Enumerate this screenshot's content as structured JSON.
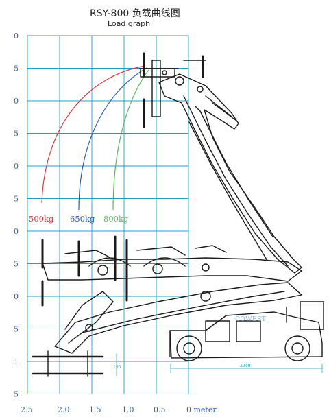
{
  "title": "RSY-800 负载曲线图",
  "subtitle": "Load graph",
  "colors": {
    "grid": "#1f9fcf",
    "ticks": "#2a63b8",
    "machine": "#1a1a1a",
    "curve_500": "#d83a3a",
    "curve_650": "#2a5fb5",
    "curve_800": "#5cb85c",
    "dimension": "#1aa0c8"
  },
  "y_ticks": [
    "0",
    "5",
    "0",
    "5",
    "0",
    "5",
    "0",
    "5",
    "0",
    "5",
    "1",
    "5"
  ],
  "x_ticks": [
    "2.5",
    "2.0",
    "1.5",
    "1.0",
    "0.5",
    "0 meter"
  ],
  "load_curves": [
    {
      "label": "500kg",
      "color_key": "curve_500"
    },
    {
      "label": "650kg",
      "color_key": "curve_650"
    },
    {
      "label": "800kg",
      "color_key": "curve_800"
    }
  ],
  "dimensions": {
    "wheelbase": "2340",
    "clearance": "195"
  },
  "brand_text": "COWEST"
}
